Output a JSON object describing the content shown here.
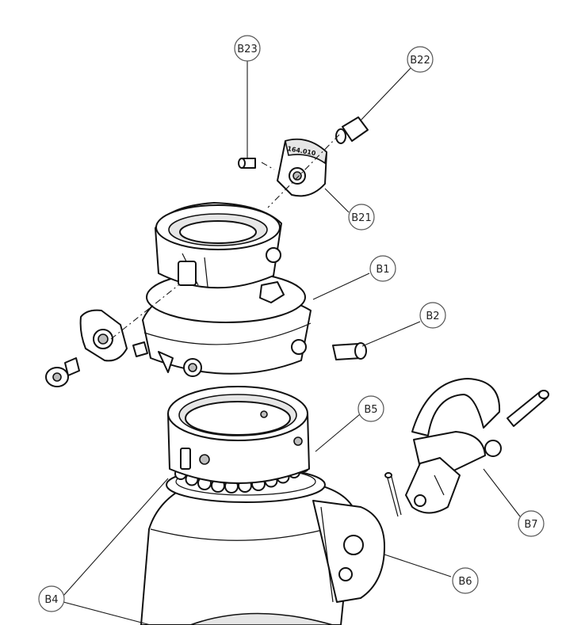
{
  "callouts": [
    {
      "id": "B23",
      "label": "B23"
    },
    {
      "id": "B22",
      "label": "B22"
    },
    {
      "id": "B21",
      "label": "B21"
    },
    {
      "id": "B1",
      "label": "B1"
    },
    {
      "id": "B2",
      "label": "B2"
    },
    {
      "id": "B5",
      "label": "B5"
    },
    {
      "id": "B7",
      "label": "B7"
    },
    {
      "id": "B6",
      "label": "B6"
    },
    {
      "id": "B4",
      "label": "B4"
    }
  ],
  "part_marking": "164.010"
}
